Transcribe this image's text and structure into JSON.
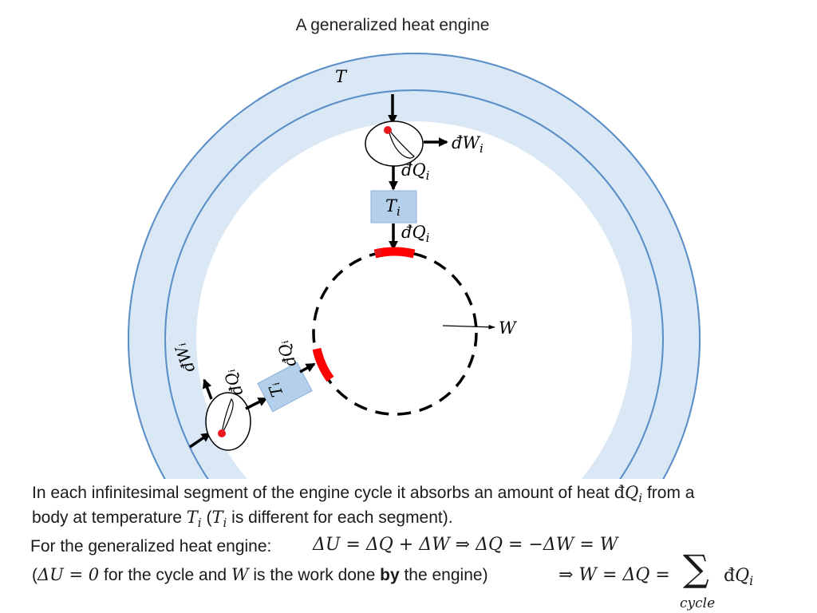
{
  "title": "A generalized heat engine",
  "labels": {
    "reservoir_T": "T",
    "top_dW_bar": "đ",
    "top_dW_var": "W",
    "top_dW_sub": "i",
    "top_dQ1_bar": "đ",
    "top_dQ1_var": "Q",
    "top_dQ1_sub": "i",
    "top_box_var": "T",
    "top_box_sub": "i",
    "top_dQ2_bar": "đ",
    "top_dQ2_var": "Q",
    "top_dQ2_sub": "i",
    "cycle_W": "W",
    "rot_dW": "đWᵢ",
    "rot_dQ1": "đQᵢ",
    "rot_dQ2": "đQᵢ",
    "rot_Ti": "Tᵢ"
  },
  "text": {
    "l1_a": "In each infinitesimal segment of the engine cycle it absorbs an amount of heat ",
    "l1_math_bar": "đ",
    "l1_math_var": "Q",
    "l1_math_sub": "i",
    "l1_b": " from a",
    "l2_a": "body at temperature ",
    "l2_T": "T",
    "l2_Tsub": "i",
    "l2_b": " (",
    "l2_T2": "T",
    "l2_T2sub": "i",
    "l2_c": " is different for each segment).",
    "l3_a": "For the generalized heat engine:",
    "l3_eq": "ΔU = ΔQ + ΔW ⇒ ΔQ = −ΔW = W",
    "l4_a": "(",
    "l4_eq1": "ΔU = 0",
    "l4_b": " for the cycle and ",
    "l4_W": "W",
    "l4_c": " is the work done ",
    "l4_bold": "by",
    "l4_d": " the engine)",
    "l4_eq2": "⇒ W = ΔQ = ",
    "sum_symbol": "∑",
    "sum_sub": "cycle",
    "sum_bar": "đ",
    "sum_var": "Q",
    "sum_i": "i"
  },
  "colors": {
    "reservoir_fill": "#dae8f5",
    "reservoir_stroke": "#5b8fc7",
    "box_fill": "#b4cfe9",
    "box_stroke": "#8eb2d8",
    "hot_segment": "#ff0000",
    "dot": "#e8181e",
    "ink": "#000000"
  }
}
